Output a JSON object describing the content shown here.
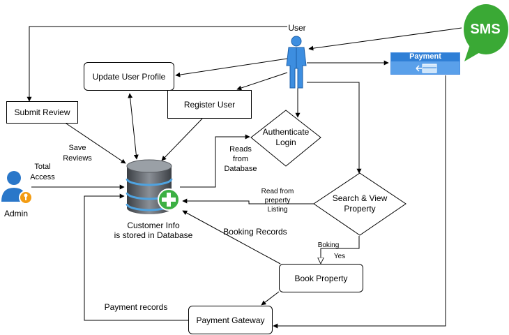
{
  "actors": {
    "user": "User",
    "admin": "Admin"
  },
  "processes": {
    "submit_review": "Submit Review",
    "update_profile": "Update User Profile",
    "register_user": "Register User",
    "book_property": "Book Property",
    "payment_gateway": "Payment Gateway"
  },
  "decisions": {
    "authenticate_line1": "Authenticate",
    "authenticate_line2": "Login",
    "search_line1": "Search & View",
    "search_line2": "Property"
  },
  "database": {
    "caption_line1": "Customer Info",
    "caption_line2": "is stored in Database"
  },
  "payment": {
    "label": "Payment"
  },
  "sms": {
    "label": "SMS"
  },
  "edge_labels": {
    "save_reviews_1": "Save",
    "save_reviews_2": "Reviews",
    "total_access_1": "Total",
    "total_access_2": "Access",
    "reads_db_1": "Reads",
    "reads_db_2": "from",
    "reads_db_3": "Database",
    "reads_listing_1": "Read from",
    "reads_listing_2": "preperty",
    "reads_listing_3": "Listing",
    "booking_records": "Booking Records",
    "boking": "Boking",
    "yes": "Yes",
    "payment_records": "Payment records"
  },
  "colors": {
    "line": "#000000",
    "actor_blue": "#2a77c9",
    "payment_blue": "#2f7fd6",
    "sms_green": "#3aa935",
    "db_gray": "#5f6368",
    "db_band": "#4fa3e0",
    "plus_green": "#3cb043"
  }
}
